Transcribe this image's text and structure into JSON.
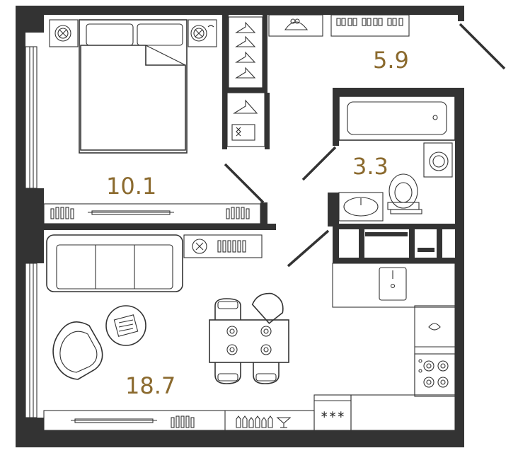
{
  "rooms": {
    "bedroom": {
      "area": "10.1"
    },
    "storage": {
      "area": "5.9"
    },
    "bathroom": {
      "area": "3.3"
    },
    "living": {
      "area": "18.7"
    }
  },
  "appliances": {
    "stove_marks": "∗∗∗"
  },
  "colors": {
    "wall": "#333333",
    "area_label": "#8b6a2e",
    "background": "#ffffff"
  }
}
